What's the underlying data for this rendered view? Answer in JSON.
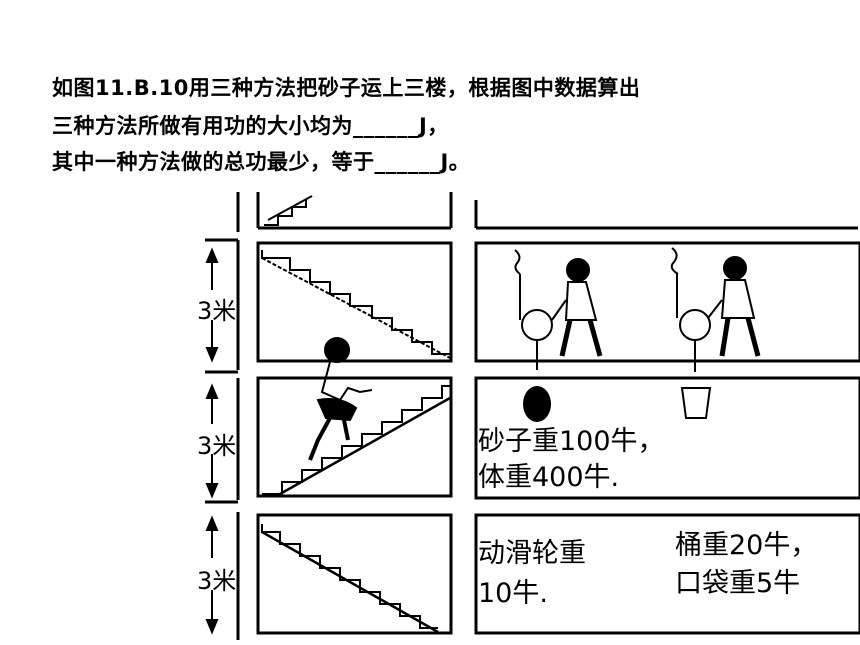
{
  "question": {
    "line1": "如图11.B.10用三种方法把砂子运上三楼，根据图中数据算出",
    "line2": "三种方法所做有用功的大小均为______J，",
    "line3": "其中一种方法做的总功最少，等于______J。"
  },
  "figure": {
    "floor_height": "3米",
    "sand_person": "砂子重100牛，",
    "body_weight": "体重400牛.",
    "pulley_label_1": "动滑轮重",
    "pulley_label_2": "10牛.",
    "bucket_label": "桶重20牛，",
    "bag_label": "口袋重5牛"
  }
}
